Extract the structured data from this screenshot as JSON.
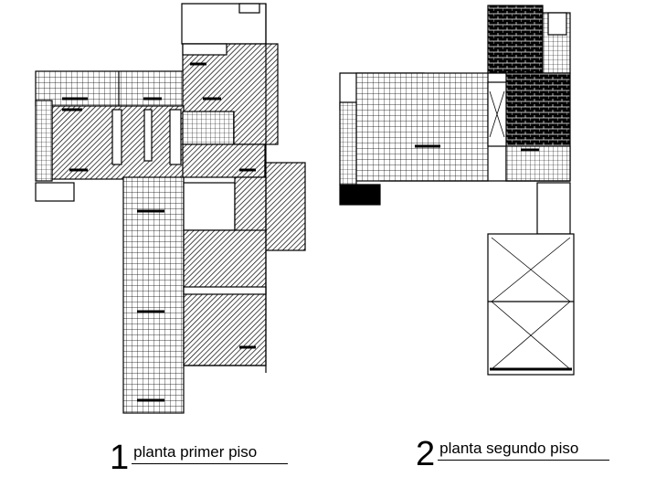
{
  "plans": [
    {
      "number": "1",
      "title": "planta primer piso"
    },
    {
      "number": "2",
      "title": "planta segundo piso"
    }
  ]
}
